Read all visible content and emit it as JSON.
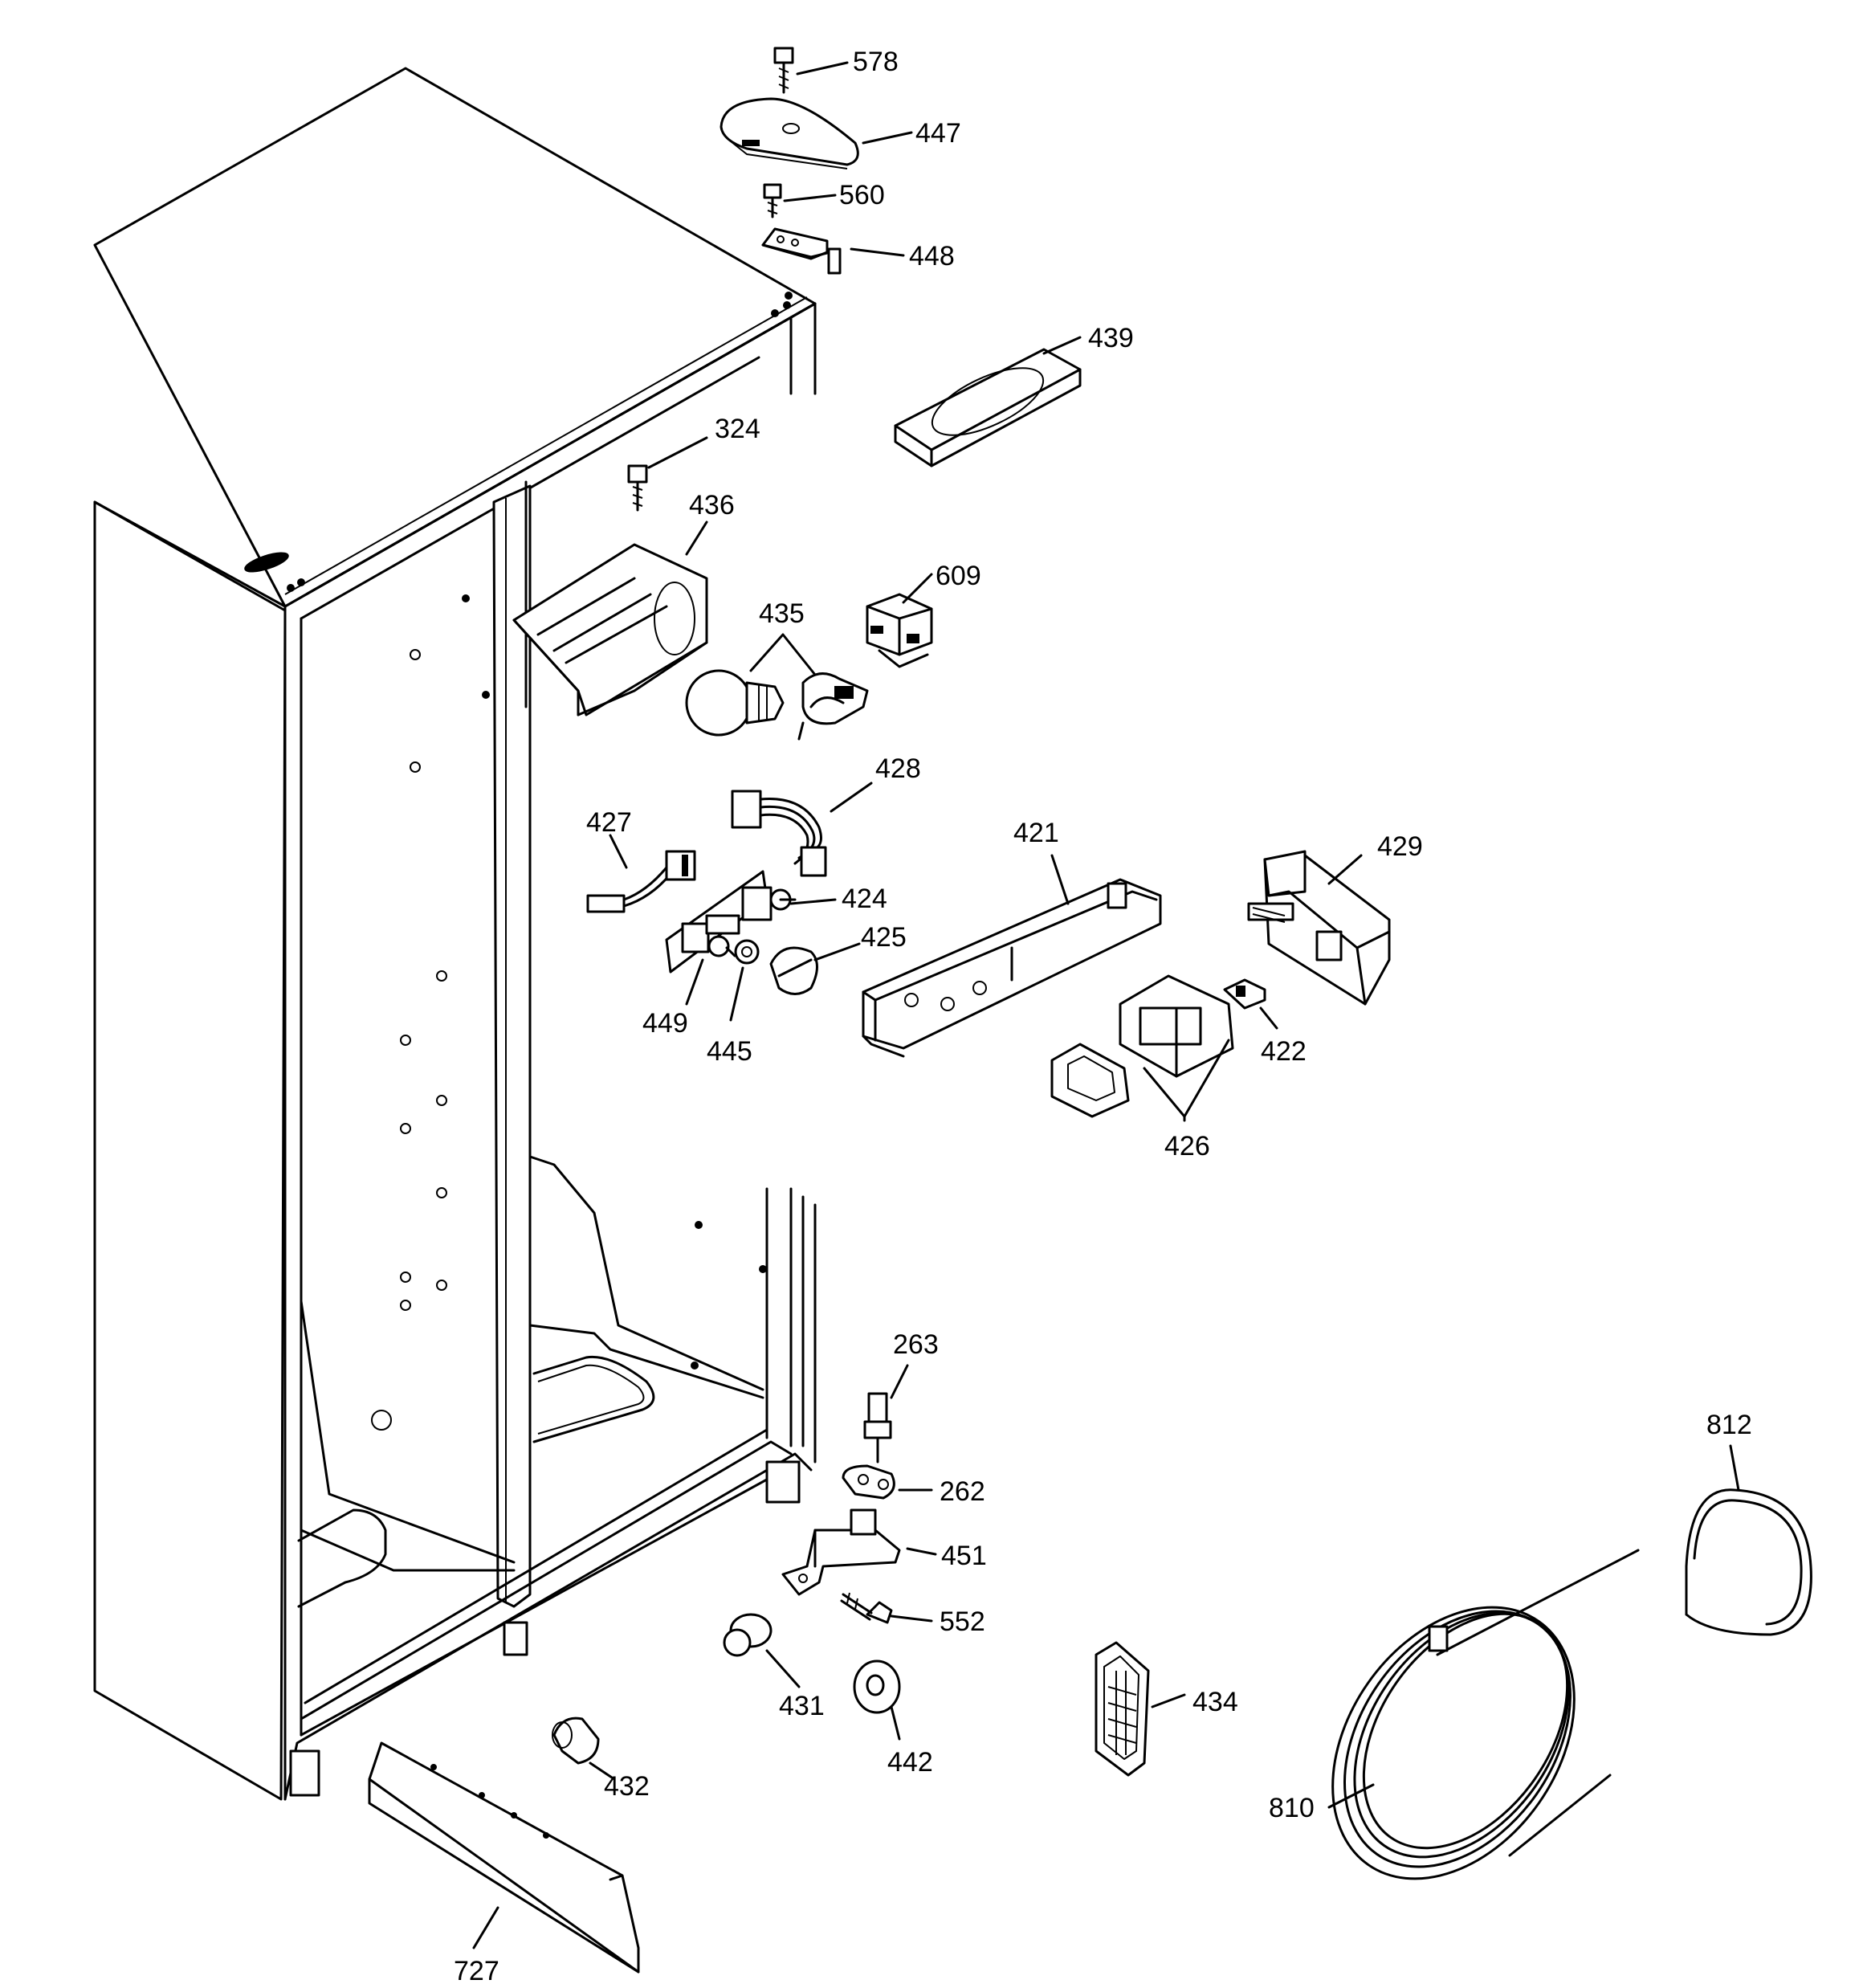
{
  "parts": [
    {
      "id": "p578",
      "label": "578"
    },
    {
      "id": "p447",
      "label": "447"
    },
    {
      "id": "p560",
      "label": "560"
    },
    {
      "id": "p448",
      "label": "448"
    },
    {
      "id": "p439",
      "label": "439"
    },
    {
      "id": "p324",
      "label": "324"
    },
    {
      "id": "p436",
      "label": "436"
    },
    {
      "id": "p609",
      "label": "609"
    },
    {
      "id": "p435",
      "label": "435"
    },
    {
      "id": "p428",
      "label": "428"
    },
    {
      "id": "p427",
      "label": "427"
    },
    {
      "id": "p421",
      "label": "421"
    },
    {
      "id": "p429",
      "label": "429"
    },
    {
      "id": "p424",
      "label": "424"
    },
    {
      "id": "p425",
      "label": "425"
    },
    {
      "id": "p449",
      "label": "449"
    },
    {
      "id": "p445",
      "label": "445"
    },
    {
      "id": "p422",
      "label": "422"
    },
    {
      "id": "p426",
      "label": "426"
    },
    {
      "id": "p263",
      "label": "263"
    },
    {
      "id": "p262",
      "label": "262"
    },
    {
      "id": "p451",
      "label": "451"
    },
    {
      "id": "p552",
      "label": "552"
    },
    {
      "id": "p431",
      "label": "431"
    },
    {
      "id": "p442",
      "label": "442"
    },
    {
      "id": "p432",
      "label": "432"
    },
    {
      "id": "p434",
      "label": "434"
    },
    {
      "id": "p727",
      "label": "727"
    },
    {
      "id": "p810",
      "label": "810"
    },
    {
      "id": "p812",
      "label": "812"
    }
  ]
}
